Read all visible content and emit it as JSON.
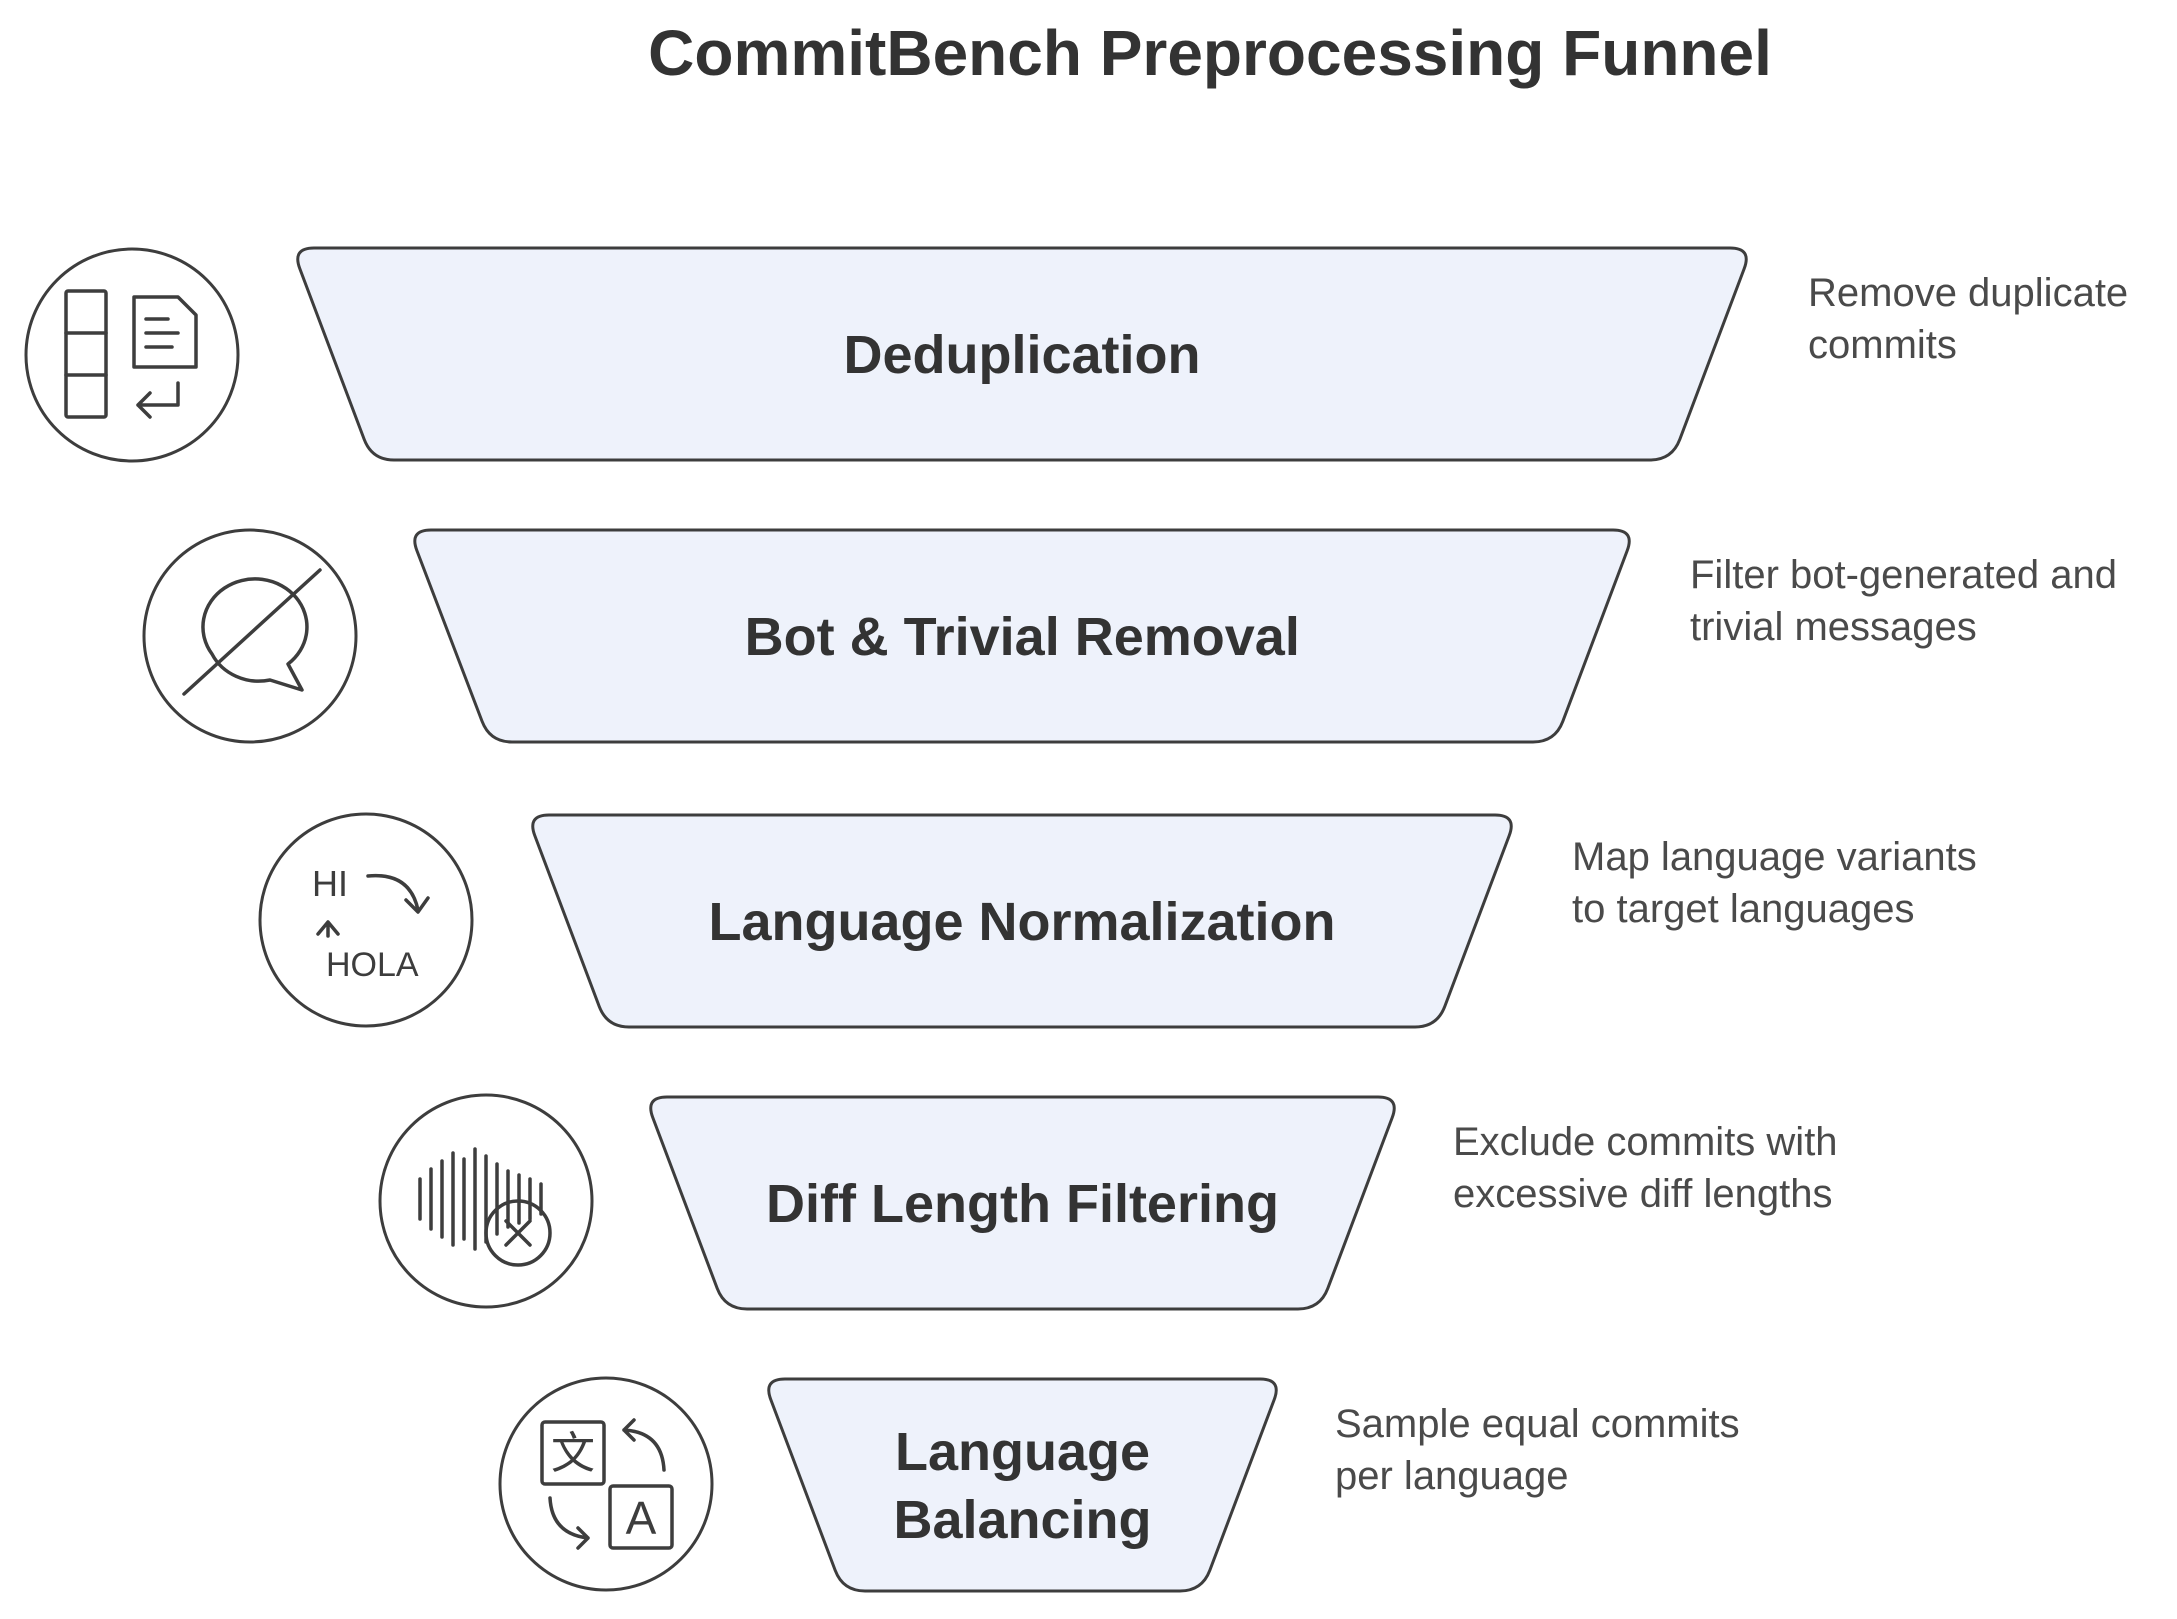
{
  "title": "CommitBench Preprocessing Funnel",
  "colors": {
    "stage_fill": "#eef2fb",
    "stroke": "#3d3d3d",
    "text": "#333333",
    "description": "#4a4a4a"
  },
  "stages": [
    {
      "key": "deduplication",
      "label_lines": [
        "Deduplication"
      ],
      "description_lines": [
        "Remove duplicate",
        "commits"
      ],
      "icon": "deduplicate-icon"
    },
    {
      "key": "bot-trivial-removal",
      "label_lines": [
        "Bot & Trivial Removal"
      ],
      "description_lines": [
        "Filter bot-generated and",
        "trivial messages"
      ],
      "icon": "no-chat-icon"
    },
    {
      "key": "language-normalization",
      "label_lines": [
        "Language Normalization"
      ],
      "description_lines": [
        "Map language variants",
        "to target languages"
      ],
      "icon": "translate-greeting-icon",
      "icon_text": [
        "HI",
        "HOLA"
      ]
    },
    {
      "key": "diff-length-filtering",
      "label_lines": [
        "Diff Length Filtering"
      ],
      "description_lines": [
        "Exclude commits with",
        "excessive diff lengths"
      ],
      "icon": "waveform-remove-icon"
    },
    {
      "key": "language-balancing",
      "label_lines": [
        "Language",
        "Balancing"
      ],
      "description_lines": [
        "Sample equal commits",
        "per language"
      ],
      "icon": "translate-icon",
      "icon_text": [
        "文",
        "A"
      ]
    }
  ]
}
